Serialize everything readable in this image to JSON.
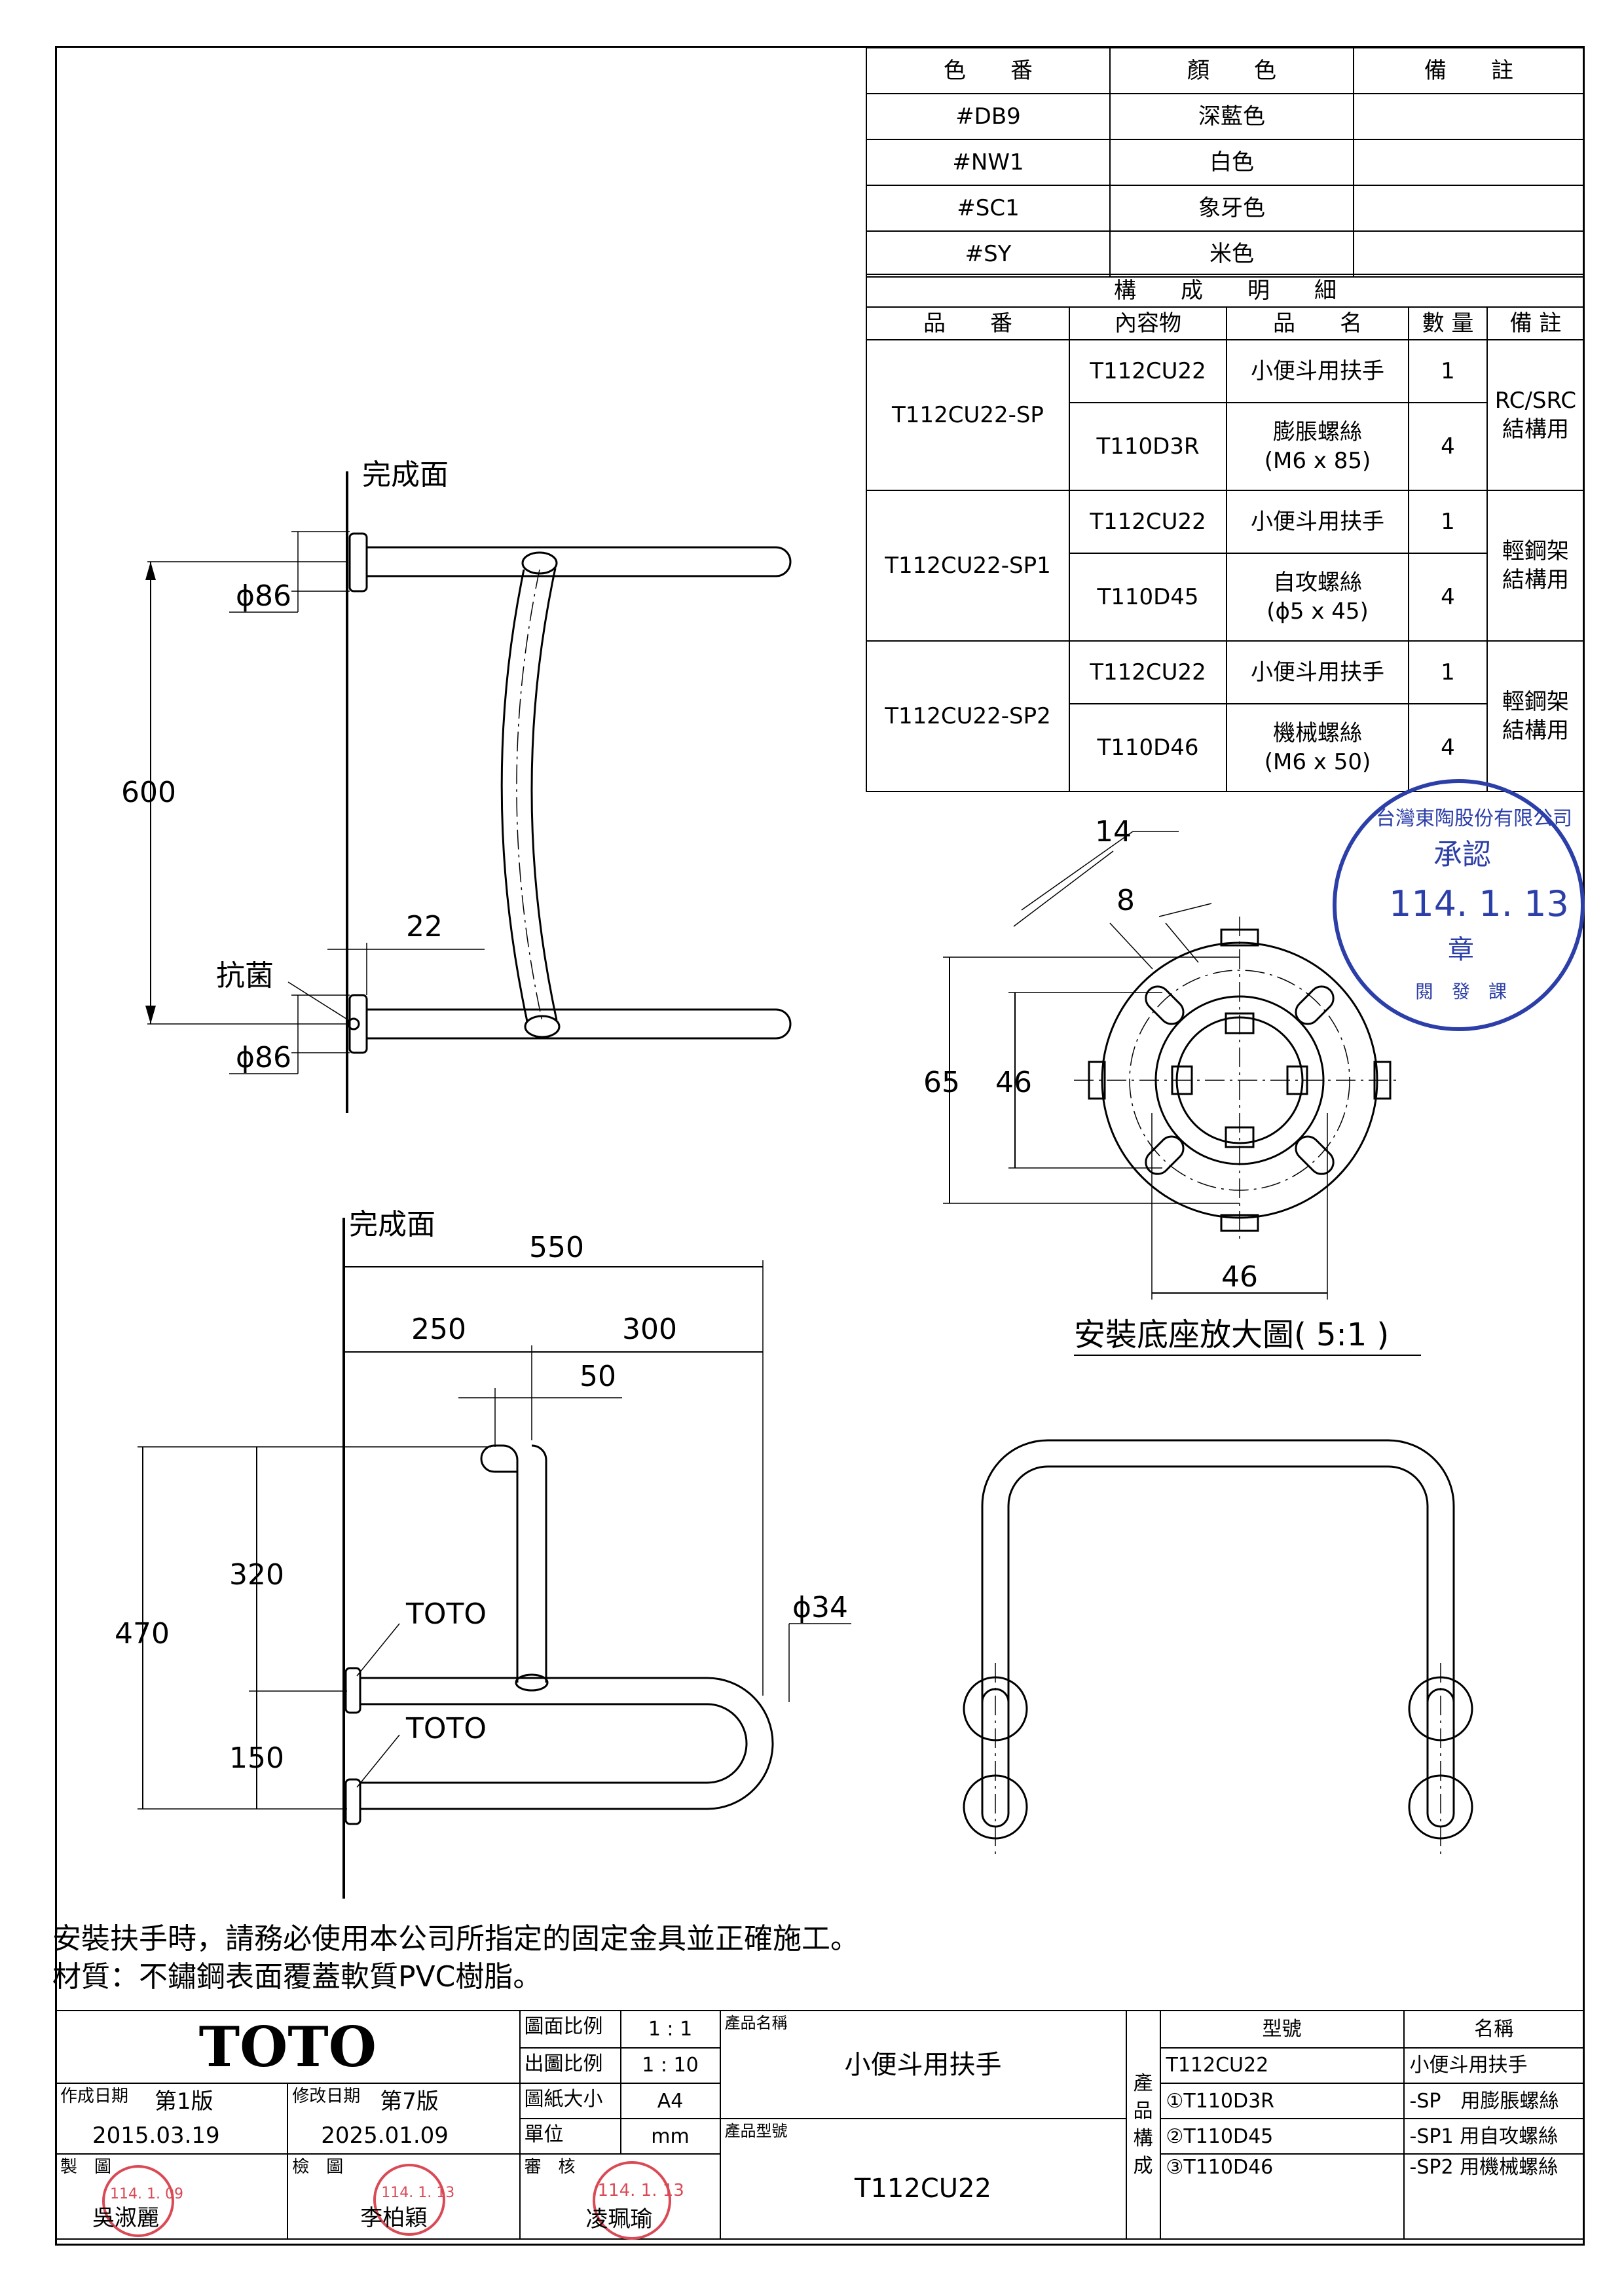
{
  "color_table": {
    "headers": [
      "色　　番",
      "顏　　色",
      "備　　註"
    ],
    "rows": [
      [
        "#DB9",
        "深藍色",
        ""
      ],
      [
        "#NW1",
        "白色",
        ""
      ],
      [
        "#SC1",
        "象牙色",
        ""
      ],
      [
        "#SY",
        "米色",
        ""
      ]
    ]
  },
  "parts_table": {
    "title": "構　　成　　明　　細",
    "headers": [
      "品　　番",
      "內容物",
      "品　　名",
      "數 量",
      "備 註"
    ],
    "groups": [
      {
        "part_no": "T112CU22-SP",
        "note": "RC/SRC\n結構用",
        "items": [
          [
            "T112CU22",
            "小便斗用扶手",
            "1"
          ],
          [
            "T110D3R",
            "膨脹螺絲\n(M6 x 85)",
            "4"
          ]
        ]
      },
      {
        "part_no": "T112CU22-SP1",
        "note": "輕鋼架\n結構用",
        "items": [
          [
            "T112CU22",
            "小便斗用扶手",
            "1"
          ],
          [
            "T110D45",
            "自攻螺絲\n(ϕ5 x 45)",
            "4"
          ]
        ]
      },
      {
        "part_no": "T112CU22-SP2",
        "note": "輕鋼架\n結構用",
        "items": [
          [
            "T112CU22",
            "小便斗用扶手",
            "1"
          ],
          [
            "T110D46",
            "機械螺絲\n(M6 x 50)",
            "4"
          ]
        ]
      }
    ]
  },
  "side_view": {
    "finish_surface": "完成面",
    "dia_top": "ϕ86",
    "dia_bottom": "ϕ86",
    "height": "600",
    "thickness": "22",
    "antibacterial": "抗菌"
  },
  "base_detail": {
    "dim_14": "14",
    "dim_8": "8",
    "dim_65": "65",
    "dim_46_v": "46",
    "dim_46_h": "46",
    "caption": "安裝底座放大圖( 5:1 )"
  },
  "top_view": {
    "finish_surface": "完成面",
    "dim_550": "550",
    "dim_250": "250",
    "dim_300": "300",
    "dim_50": "50",
    "dim_470": "470",
    "dim_320": "320",
    "dim_150": "150",
    "dia_34": "ϕ34",
    "brand_1": "TOTO",
    "brand_2": "TOTO"
  },
  "notes": [
    "安裝扶手時，請務必使用本公司所指定的固定金具並正確施工。",
    "材質：不鏽鋼表面覆蓋軟質PVC樹脂。"
  ],
  "stamps": {
    "approval": {
      "ring": "台灣東陶股份有限公司",
      "title": "承認",
      "date": "114. 1. 13",
      "seal": "章",
      "bottom": "閱　發　課"
    },
    "maker": {
      "name": "吳淑麗",
      "date": "114. 1. 09"
    },
    "checker": {
      "name": "李柏穎",
      "date": "114. 1. 13"
    },
    "reviewer": {
      "name": "凌珮瑜",
      "date": "114. 1. 13"
    }
  },
  "title_block": {
    "logo": "TOTO",
    "scale_label": "圖面比例",
    "scale_value": "1 : 1",
    "print_scale_label": "出圖比例",
    "print_scale_value": "1 : 10",
    "size_label": "圖紙大小",
    "size_value": "A4",
    "unit_label": "單位",
    "unit_value": "mm",
    "created_label": "作成日期",
    "created_edition": "第1版",
    "created_date": "2015.03.19",
    "modified_label": "修改日期",
    "modified_edition": "第7版",
    "modified_date": "2025.01.09",
    "maker_label": "製　圖",
    "checker_label": "檢　圖",
    "reviewer_label": "審　核",
    "product_name_label": "產品名稱",
    "product_name": "小便斗用扶手",
    "product_model_label": "產品型號",
    "product_model": "T112CU22",
    "composition_label": "產\n品\n構\n成",
    "comp_headers": [
      "型號",
      "名稱"
    ],
    "comp_rows": [
      [
        "T112CU22",
        "小便斗用扶手"
      ],
      [
        "①T110D3R",
        "-SP　用膨脹螺絲"
      ],
      [
        "②T110D45",
        "-SP1 用自攻螺絲"
      ],
      [
        "③T110D46",
        "-SP2 用機械螺絲"
      ]
    ]
  },
  "colors": {
    "stamp_blue": "#2c3fa8",
    "stamp_red": "#d94a55",
    "line": "#000000"
  }
}
